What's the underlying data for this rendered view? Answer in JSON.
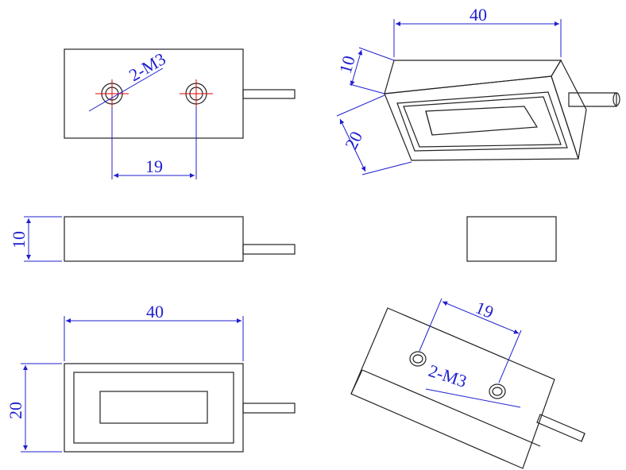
{
  "views": {
    "top": {
      "hole_dim": "19",
      "hole_note": "2-M3"
    },
    "side": {
      "height_dim": "10"
    },
    "front": {
      "length_dim": "40",
      "width_dim": "20"
    },
    "iso_top": {
      "length_dim": "40",
      "height_dim": "10",
      "width_dim": "20"
    },
    "iso_bottom": {
      "hole_dim": "19",
      "hole_note": "2-M3"
    }
  },
  "colors": {
    "outline": "#222222",
    "dimension": "#1f1fd0",
    "centerline": "#e00000"
  }
}
